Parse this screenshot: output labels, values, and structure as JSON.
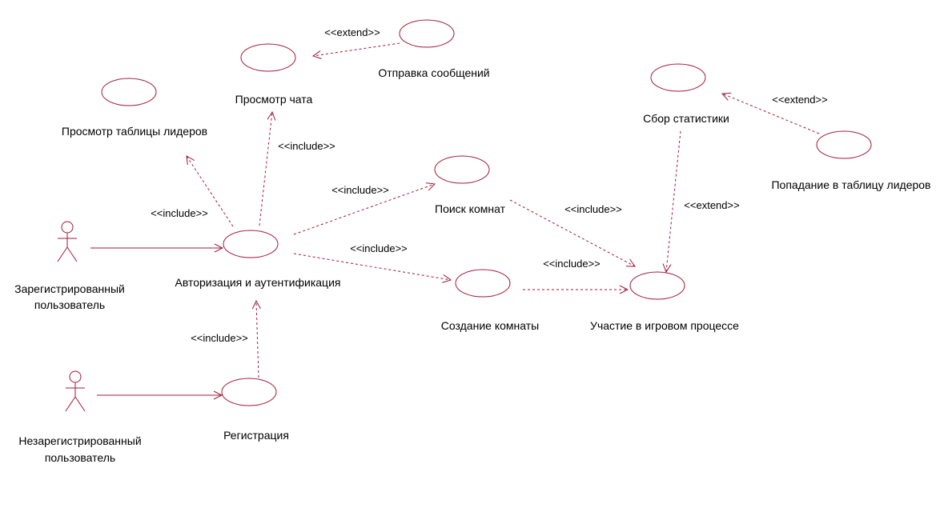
{
  "colors": {
    "stroke": "#a0183a",
    "text": "#000000",
    "background": "#ffffff"
  },
  "actors": [
    {
      "id": "registered",
      "label_lines": [
        "Зарегистрированный",
        "пользователь"
      ]
    },
    {
      "id": "unregistered",
      "label_lines": [
        "Незарегистрированный",
        "пользователь"
      ]
    }
  ],
  "use_cases": [
    {
      "id": "auth",
      "label": "Авторизация и аутентификация"
    },
    {
      "id": "registration",
      "label": "Регистрация"
    },
    {
      "id": "leaders",
      "label": "Просмотр таблицы лидеров"
    },
    {
      "id": "chat",
      "label": "Просмотр чата"
    },
    {
      "id": "send",
      "label": "Отправка сообщений"
    },
    {
      "id": "search_rooms",
      "label": "Поиск  комнат"
    },
    {
      "id": "create_room",
      "label": "Создание комнаты"
    },
    {
      "id": "stats",
      "label": "Сбор статистики"
    },
    {
      "id": "leaderboard_entry",
      "label": "Попадание в таблицу лидеров"
    },
    {
      "id": "gameplay",
      "label": "Участие в игровом процессе"
    }
  ],
  "relationships": [
    {
      "id": "assoc-registered-auth",
      "type": "association",
      "from": "registered",
      "to": "auth",
      "label": ""
    },
    {
      "id": "assoc-unregistered-registration",
      "type": "association",
      "from": "unregistered",
      "to": "registration",
      "label": ""
    },
    {
      "id": "include-auth-leaders",
      "type": "include",
      "from": "auth",
      "to": "leaders",
      "label": "<<include>>"
    },
    {
      "id": "include-auth-chat",
      "type": "include",
      "from": "auth",
      "to": "chat",
      "label": "<<include>>"
    },
    {
      "id": "extend-send-chat",
      "type": "extend",
      "from": "send",
      "to": "chat",
      "label": "<<extend>>"
    },
    {
      "id": "include-auth-search",
      "type": "include",
      "from": "auth",
      "to": "search_rooms",
      "label": "<<include>>"
    },
    {
      "id": "include-auth-create",
      "type": "include",
      "from": "auth",
      "to": "create_room",
      "label": "<<include>>"
    },
    {
      "id": "include-registration-auth",
      "type": "include",
      "from": "registration",
      "to": "auth",
      "label": "<<include>>"
    },
    {
      "id": "include-search-gameplay",
      "type": "include",
      "from": "search_rooms",
      "to": "gameplay",
      "label": "<<include>>"
    },
    {
      "id": "include-create-gameplay",
      "type": "include",
      "from": "create_room",
      "to": "gameplay",
      "label": "<<include>>"
    },
    {
      "id": "extend-stats-gameplay",
      "type": "extend",
      "from": "stats",
      "to": "gameplay",
      "label": "<<extend>>"
    },
    {
      "id": "extend-entry-stats",
      "type": "extend",
      "from": "leaderboard_entry",
      "to": "stats",
      "label": "<<extend>>"
    }
  ]
}
